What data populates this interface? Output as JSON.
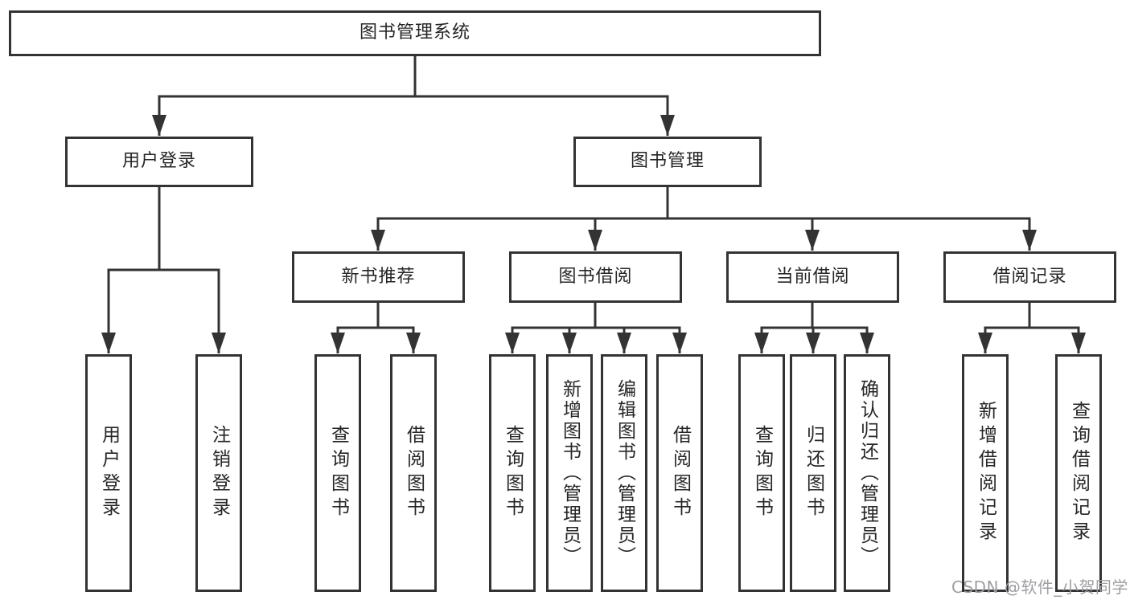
{
  "diagram_title": "图书管理系统",
  "tree": {
    "root": {
      "label": "图书管理系统"
    },
    "branches": [
      {
        "label": "用户登录",
        "children": [
          "用户登录",
          "注销登录"
        ]
      },
      {
        "label": "图书管理",
        "children": [
          {
            "label": "新书推荐",
            "children": [
              "查询图书",
              "借阅图书"
            ]
          },
          {
            "label": "图书借阅",
            "children": [
              "查询图书",
              "新增图书（管理员）",
              "编辑图书（管理员）",
              "借阅图书"
            ]
          },
          {
            "label": "当前借阅",
            "children": [
              "查询图书",
              "归还图书",
              "确认归还（管理员）"
            ]
          },
          {
            "label": "借阅记录",
            "children": [
              "新增借阅记录",
              "查询借阅记录"
            ]
          }
        ]
      }
    ]
  },
  "watermark": {
    "text": "CSDN @软件_小贺同学"
  },
  "colors": {
    "line": "#333333",
    "box_border": "#333333",
    "box_fill": "#ffffff",
    "text": "#262626",
    "watermark": "#9e9ea3",
    "background": "#ffffff"
  }
}
